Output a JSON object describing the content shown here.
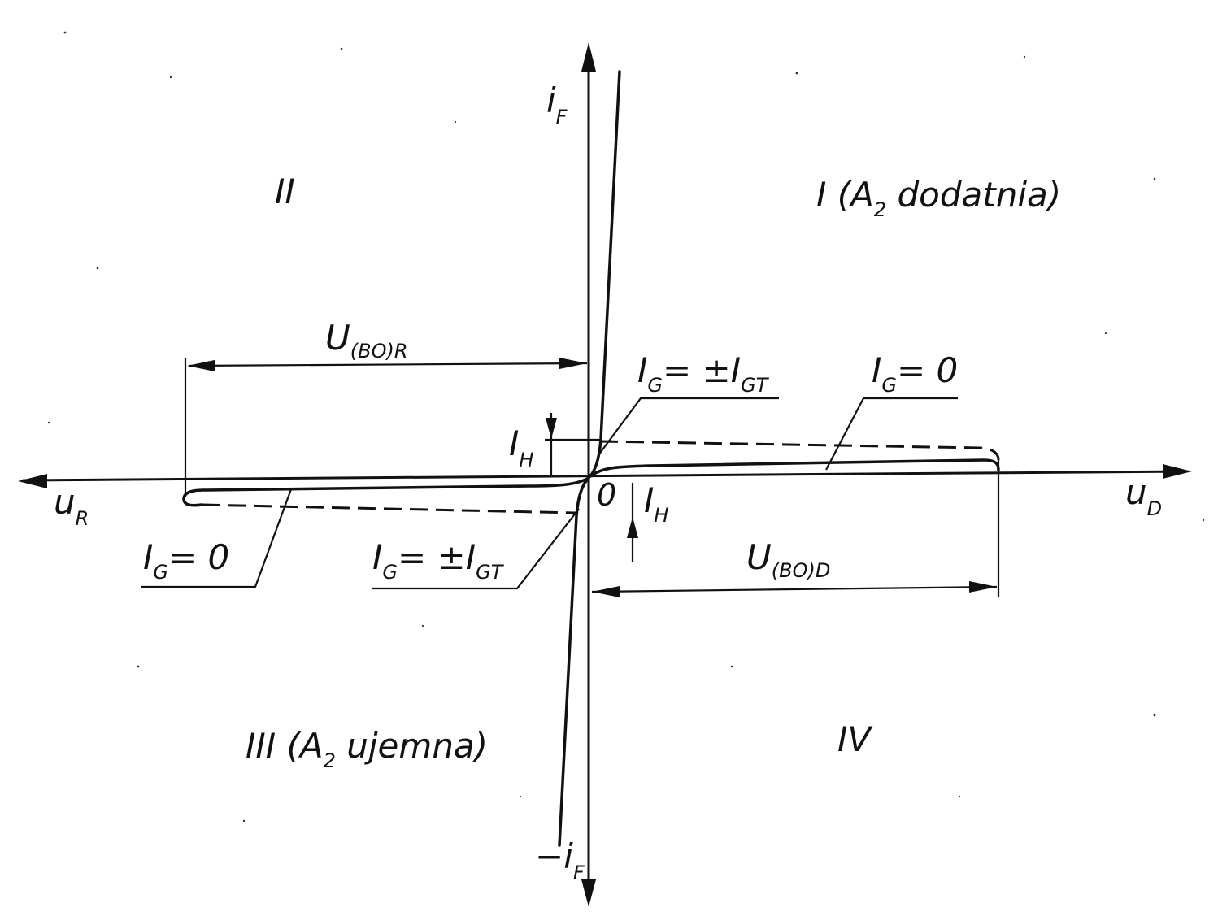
{
  "axes": {
    "y_positive": {
      "main": "i",
      "sub": "F"
    },
    "y_negative": {
      "main": "−i",
      "sub": "F"
    },
    "x_positive": {
      "main": "u",
      "sub": "D"
    },
    "x_negative": {
      "main": "u",
      "sub": "R"
    },
    "origin": "0"
  },
  "quadrants": {
    "q1": {
      "numeral": "I (A",
      "sub": "2",
      "rest": " dodatnia)"
    },
    "q2": {
      "numeral": "II"
    },
    "q3": {
      "numeral": "III (A",
      "sub": "2",
      "rest": " ujemna)"
    },
    "q4": {
      "numeral": "IV"
    }
  },
  "annotations": {
    "breakover_reverse": {
      "main": "U",
      "sub": "(BO)R"
    },
    "breakover_forward": {
      "main": "U",
      "sub": "(BO)D"
    },
    "holding_top": {
      "main": "I",
      "sub": "H"
    },
    "holding_bottom": {
      "main": "I",
      "sub": "H"
    },
    "gate_trigger_top": {
      "main": "I",
      "sub1": "G",
      "mid": "= ±I",
      "sub2": "GT"
    },
    "gate_trigger_bottom": {
      "main": "I",
      "sub1": "G",
      "mid": "= ±I",
      "sub2": "GT"
    },
    "gate_zero_right": {
      "main": "I",
      "sub": "G",
      "rest": "= 0"
    },
    "gate_zero_left": {
      "main": "I",
      "sub": "G",
      "rest": "= 0"
    }
  }
}
